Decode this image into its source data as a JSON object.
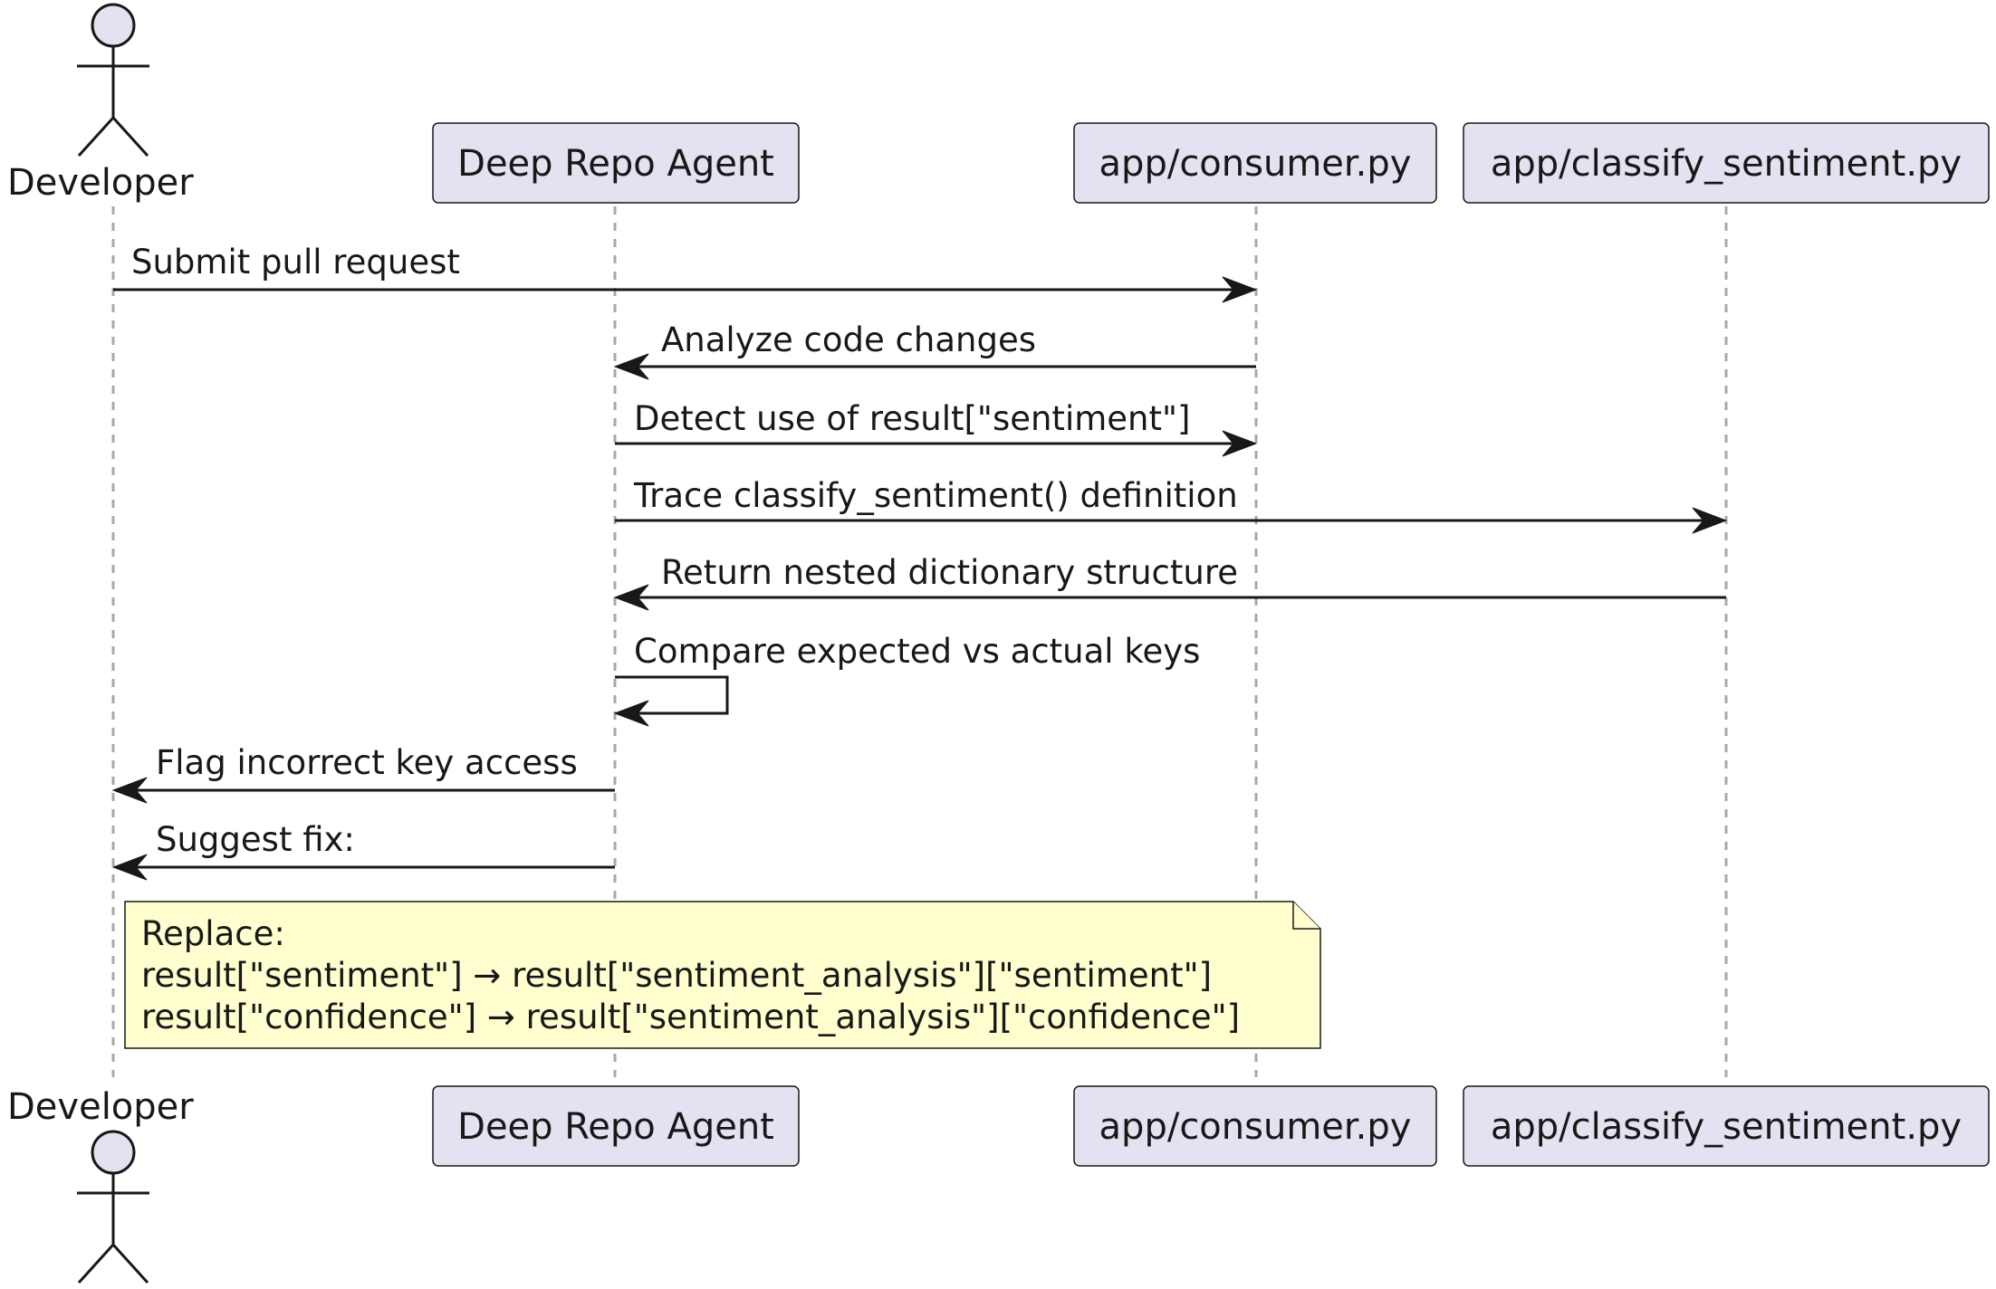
{
  "participants": [
    {
      "id": "developer",
      "label": "Developer",
      "kind": "actor"
    },
    {
      "id": "agent",
      "label": "Deep Repo Agent",
      "kind": "participant"
    },
    {
      "id": "consumer",
      "label": "app/consumer.py",
      "kind": "participant"
    },
    {
      "id": "classifier",
      "label": "app/classify_sentiment.py",
      "kind": "participant"
    }
  ],
  "messages": [
    {
      "from": "developer",
      "to": "consumer",
      "text": "Submit pull request"
    },
    {
      "from": "consumer",
      "to": "agent",
      "text": "Analyze code changes"
    },
    {
      "from": "agent",
      "to": "consumer",
      "text": "Detect use of result[\"sentiment\"]"
    },
    {
      "from": "agent",
      "to": "classifier",
      "text": "Trace classify_sentiment() definition"
    },
    {
      "from": "classifier",
      "to": "agent",
      "text": "Return nested dictionary structure"
    },
    {
      "from": "agent",
      "to": "agent",
      "text": "Compare expected vs actual keys"
    },
    {
      "from": "agent",
      "to": "developer",
      "text": "Flag incorrect key access"
    },
    {
      "from": "agent",
      "to": "developer",
      "text": "Suggest fix:"
    }
  ],
  "note": {
    "lines": [
      "Replace:",
      "result[\"sentiment\"] → result[\"sentiment_analysis\"][\"sentiment\"]",
      "result[\"confidence\"] → result[\"sentiment_analysis\"][\"confidence\"]"
    ]
  },
  "colors": {
    "participant_fill": "#e2e2f0",
    "note_fill": "#fefece",
    "line": "#181818",
    "lifeline": "#a8a8a8"
  }
}
